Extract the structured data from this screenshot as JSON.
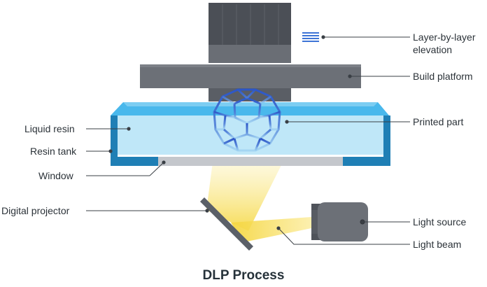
{
  "title": "DLP Process",
  "labels": {
    "layer_by_layer": "Layer-by-layer",
    "elevation": "elevation",
    "build_platform": "Build platform",
    "printed_part": "Printed part",
    "liquid_resin": "Liquid resin",
    "resin_tank": "Resin tank",
    "window": "Window",
    "digital_projector": "Digital projector",
    "light_source": "Light source",
    "light_beam": "Light beam"
  },
  "colors": {
    "motor_dark": "#4b4f56",
    "platform_gray": "#6c7077",
    "tank_blue": "#1f7fb5",
    "resin_light": "#bfe7f8",
    "resin_top": "#49b8ec",
    "part_blue": "#2c56c7",
    "beam_yellow": "#f7e27a",
    "leader_line": "#3a3f45"
  },
  "icons": {
    "elevation": "layers-icon"
  }
}
